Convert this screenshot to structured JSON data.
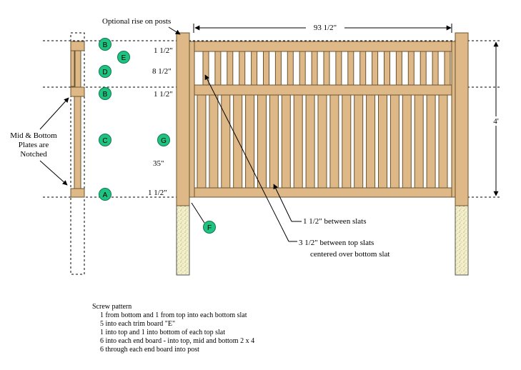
{
  "callouts": {
    "optional_rise": "Optional rise on posts",
    "notched": [
      "Mid & Bottom",
      "Plates are",
      "Notched"
    ],
    "between_slats": "1 1/2\" between slats",
    "top_slats": [
      "3 1/2\" between top slats",
      "centered over bottom slat"
    ]
  },
  "dimensions": {
    "width": "93 1/2\"",
    "height": "4'",
    "top_plate": "1 1/2\"",
    "top_slat": "8 1/2\"",
    "mid_plate": "1 1/2\"",
    "bottom_slat": "35\"",
    "bottom_plate": "1 1/2\""
  },
  "refs": {
    "B_top": "B",
    "E": "E",
    "D": "D",
    "B_mid": "B",
    "C": "C",
    "G": "G",
    "A": "A",
    "F": "F"
  },
  "screw_pattern": {
    "title": "Screw pattern",
    "items": [
      "1 from bottom and 1 from top into each bottom slat",
      "5 into each trim board \"E\"",
      "1 into top and 1 into bottom of each top slat",
      "6 into each end board - into top, mid and bottom 2 x 4",
      "6 through each end board into post"
    ]
  },
  "colors": {
    "wood": "#deb887",
    "wood_edge": "#6b5330",
    "concrete": "#f3efc8",
    "ref_circle": "#1fc281"
  }
}
